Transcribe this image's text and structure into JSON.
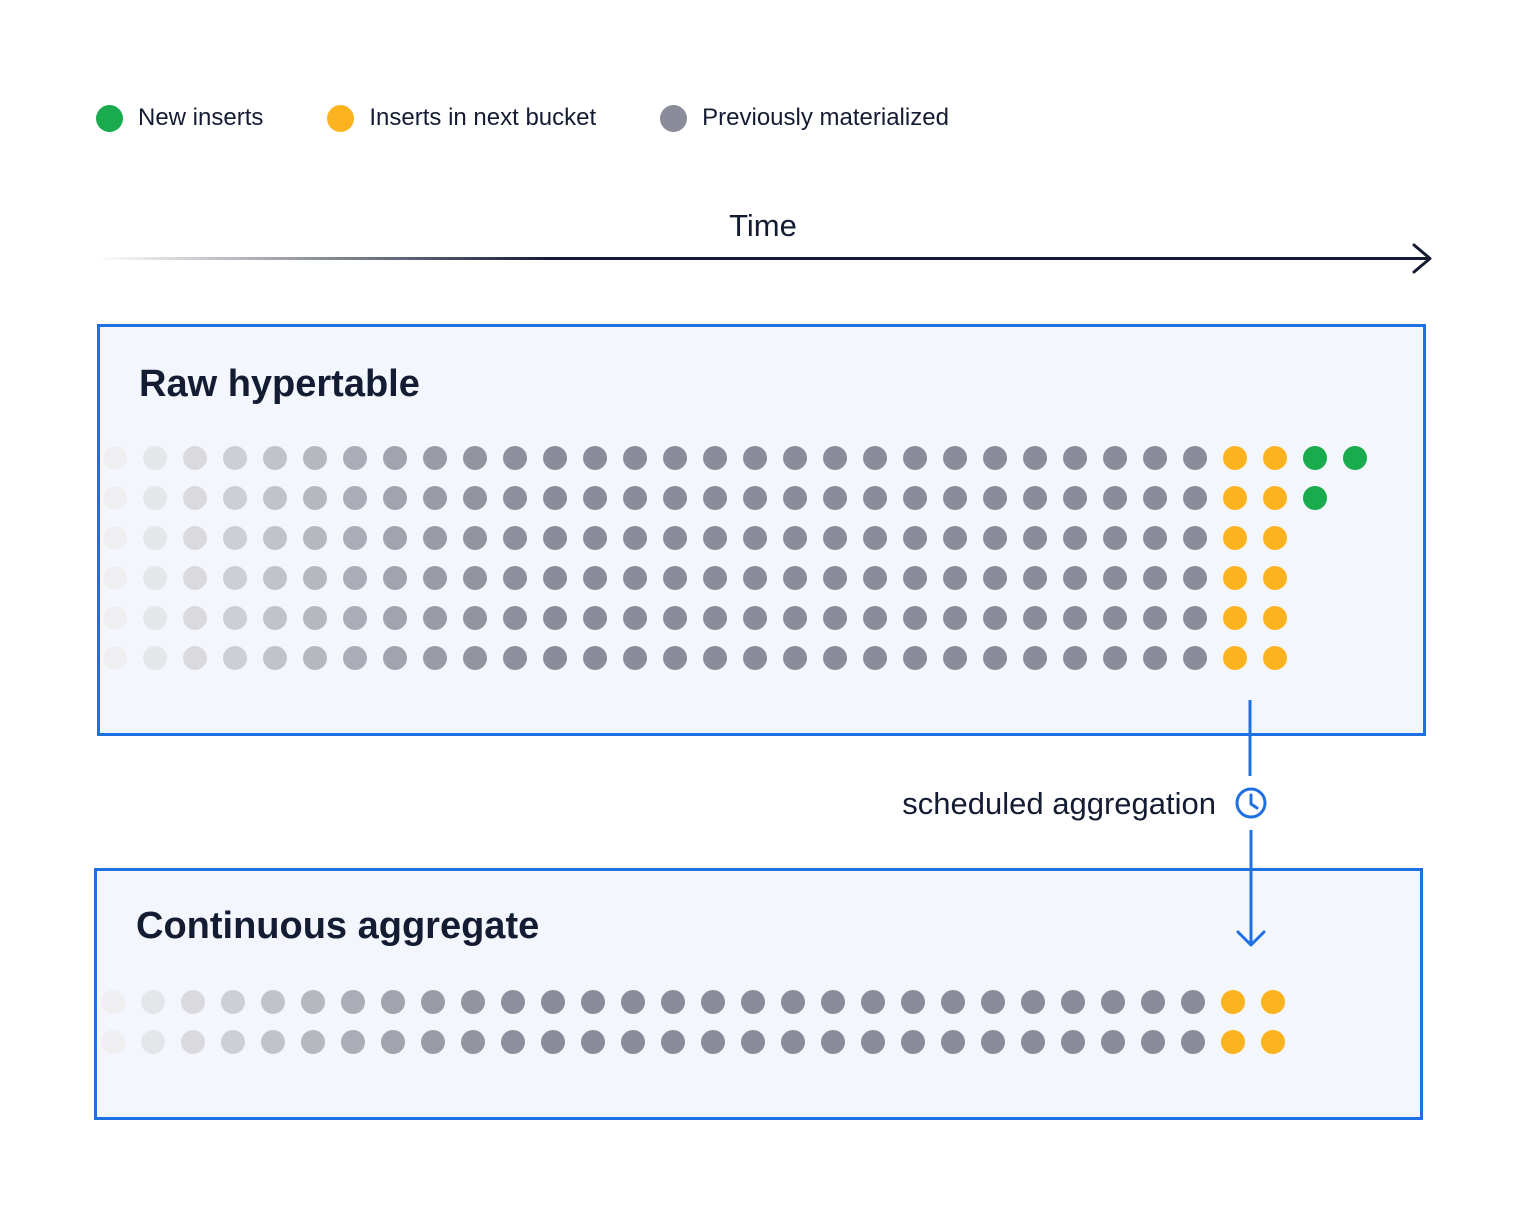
{
  "legend": {
    "items": [
      {
        "label": "New inserts",
        "color": "#1aab4e",
        "kind": "new"
      },
      {
        "label": "Inserts in next bucket",
        "color": "#fbb41f",
        "kind": "next"
      },
      {
        "label": "Previously materialized",
        "color": "#8a8c99",
        "kind": "materialized"
      }
    ]
  },
  "time": {
    "label": "Time"
  },
  "raw": {
    "title": "Raw hypertable",
    "rows": [
      {
        "materialized": 28,
        "next": 2,
        "new": 2
      },
      {
        "materialized": 28,
        "next": 2,
        "new": 1
      },
      {
        "materialized": 28,
        "next": 2,
        "new": 0
      },
      {
        "materialized": 28,
        "next": 2,
        "new": 0
      },
      {
        "materialized": 28,
        "next": 2,
        "new": 0
      },
      {
        "materialized": 28,
        "next": 2,
        "new": 0
      }
    ]
  },
  "cagg": {
    "title": "Continuous aggregate",
    "rows": [
      {
        "materialized": 28,
        "next": 2,
        "new": 0
      },
      {
        "materialized": 28,
        "next": 2,
        "new": 0
      }
    ]
  },
  "flow": {
    "label": "scheduled aggregation",
    "icon": "clock-icon"
  },
  "colors": {
    "new": "#1aab4e",
    "next": "#fbb41f",
    "materialized": "#8a8c99",
    "accent": "#1e70e3",
    "panel_bg": "#f3f7fd",
    "text": "#141c33"
  }
}
